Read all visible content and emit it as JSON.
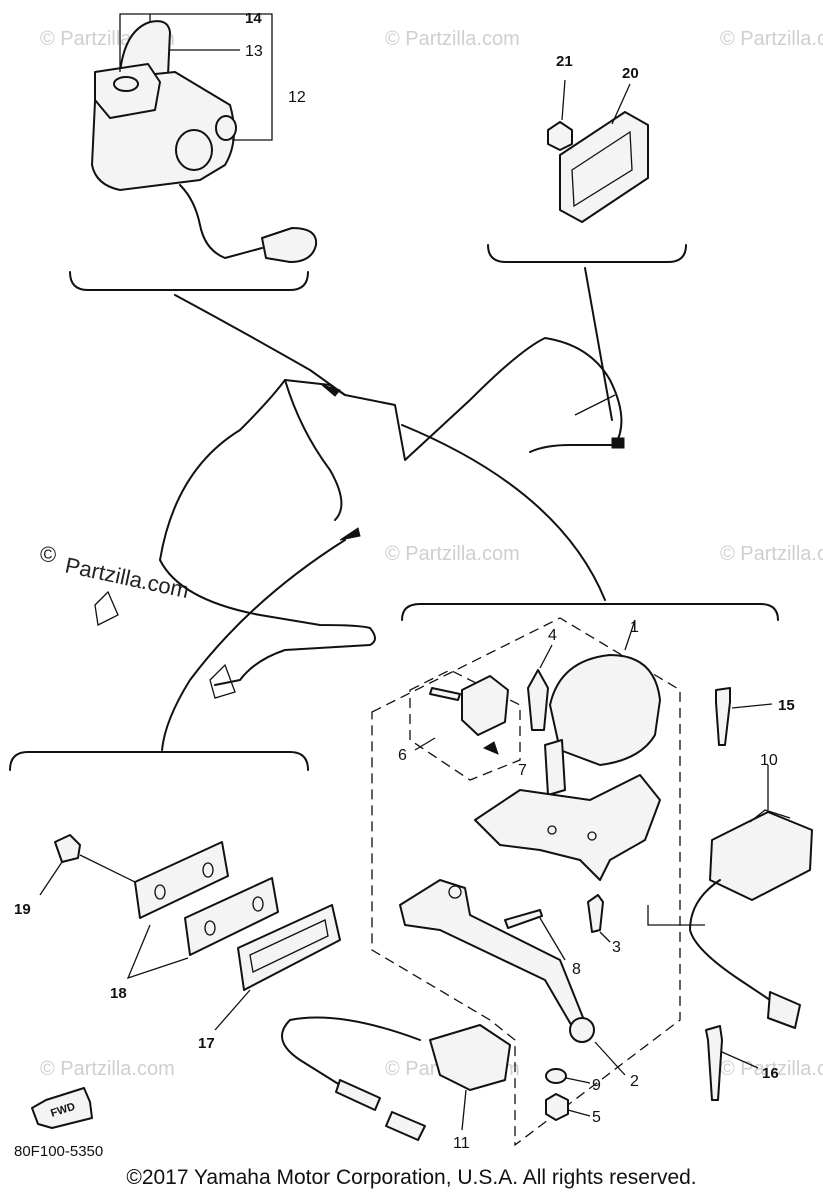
{
  "watermarks": {
    "short": "© Partzilla.com",
    "overlay_prefix": "©",
    "overlay_text": "Partzilla.com"
  },
  "callouts": {
    "c1": "1",
    "c2": "2",
    "c3": "3",
    "c4": "4",
    "c5": "5",
    "c6": "6",
    "c7": "7",
    "c8": "8",
    "c9": "9",
    "c10": "10",
    "c11": "11",
    "c12": "12",
    "c13": "13",
    "c14": "14",
    "c15": "15",
    "c16": "16",
    "c17": "17",
    "c18": "18",
    "c19": "19",
    "c20": "20",
    "c21": "21"
  },
  "diagram_code": "80F100-5350",
  "fwd_label": "FWD",
  "copyright": "©2017 Yamaha Motor Corporation, U.S.A. All rights reserved."
}
